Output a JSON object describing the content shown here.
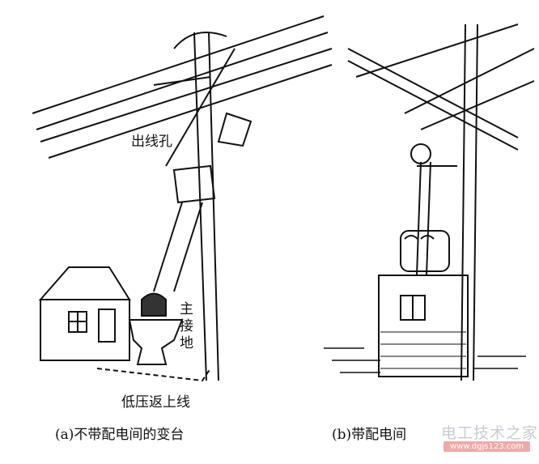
{
  "labels": {
    "outlet_hole": "出线孔",
    "main_ground": "主接地",
    "lv_return_line": "低压返上线"
  },
  "captions": {
    "a": "(a)不带配电间的变台",
    "b": "(b)带配电间"
  },
  "watermark": {
    "name": "电工技术之家",
    "url": "www.dgjs123.com"
  },
  "colors": {
    "ink": "#111111",
    "watermark_text": "#c9ccd6",
    "watermark_bar": "#f0a9a9"
  }
}
